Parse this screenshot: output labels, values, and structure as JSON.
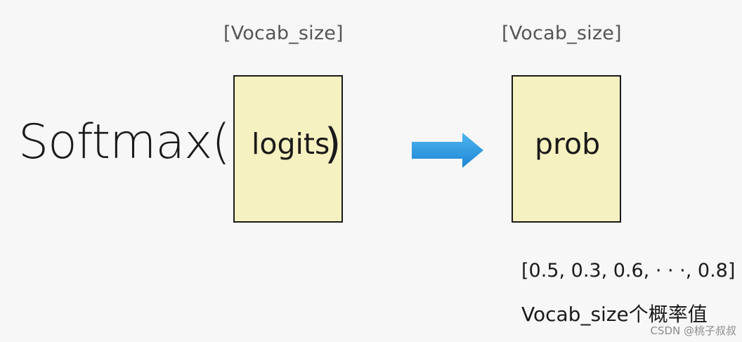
{
  "input_dim_label": "[Vocab_size]",
  "output_dim_label": "[Vocab_size]",
  "function_name": "Softmax(",
  "input_label": "logits",
  "close_paren": ")",
  "output_label": "prob",
  "example_vector": "[0.5, 0.3, 0.6, · · ·, 0.8]",
  "caption": "Vocab_size个概率值",
  "watermark": "CSDN @桃子叔叔",
  "colors": {
    "box_fill": "#f6f1c0",
    "arrow": "#2f9be3",
    "text": "#1a1a1a"
  },
  "icons": {
    "arrow": "right-arrow-icon"
  }
}
